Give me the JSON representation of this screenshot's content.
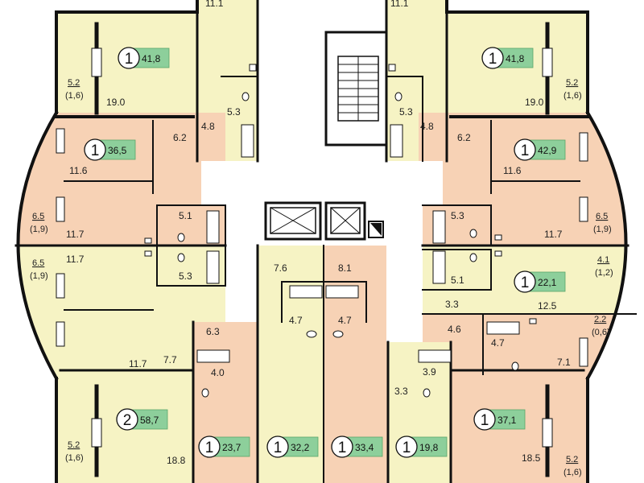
{
  "colors": {
    "apartment_yellow": "#f6f3c4",
    "apartment_salmon": "#f7d2b5",
    "badge_green": "#8dcf9b",
    "wall": "#111111",
    "common_area": "#ffffff"
  },
  "apartments": [
    {
      "rooms": "1",
      "area": "41,8"
    },
    {
      "rooms": "1",
      "area": "41,8"
    },
    {
      "rooms": "1",
      "area": "36,5"
    },
    {
      "rooms": "1",
      "area": "42,9"
    },
    {
      "rooms": "1",
      "area": "22,1"
    },
    {
      "rooms": "2",
      "area": "58,7"
    },
    {
      "rooms": "1",
      "area": "37,1"
    },
    {
      "rooms": "1",
      "area": "23,7"
    },
    {
      "rooms": "1",
      "area": "32,2"
    },
    {
      "rooms": "1",
      "area": "33,4"
    },
    {
      "rooms": "1",
      "area": "19,8"
    }
  ],
  "room_areas": [
    "11.1",
    "11.1",
    "19.0",
    "19.0",
    "5.3",
    "5.3",
    "4.8",
    "4.8",
    "6.2",
    "6.2",
    "11.6",
    "11.6",
    "5.1",
    "5.3",
    "11.7",
    "11.7",
    "11.7",
    "5.3",
    "5.1",
    "3.3",
    "12.5",
    "7.6",
    "8.1",
    "4.7",
    "4.7",
    "6.3",
    "4.6",
    "4.7",
    "7.7",
    "11.7",
    "7.1",
    "4.0",
    "3.9",
    "3.3",
    "18.8",
    "18.5"
  ],
  "balconies": [
    {
      "area": "5.2",
      "ratio": "(1,6)"
    },
    {
      "area": "5.2",
      "ratio": "(1,6)"
    },
    {
      "area": "6.5",
      "ratio": "(1,9)"
    },
    {
      "area": "6.5",
      "ratio": "(1,9)"
    },
    {
      "area": "6.5",
      "ratio": "(1,9)"
    },
    {
      "area": "4.1",
      "ratio": "(1,2)"
    },
    {
      "area": "2.2",
      "ratio": "(0,6)"
    },
    {
      "area": "5.2",
      "ratio": "(1,6)"
    },
    {
      "area": "5.2",
      "ratio": "(1,6)"
    }
  ]
}
